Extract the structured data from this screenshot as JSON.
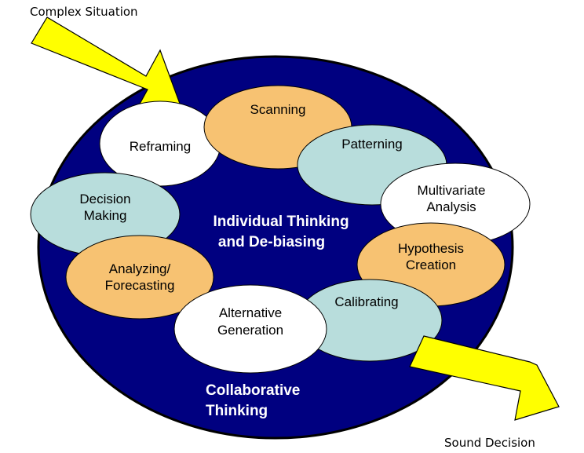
{
  "captions": {
    "input": "Complex Situation",
    "output": "Sound Decision"
  },
  "center_label": {
    "line1": "Individual Thinking",
    "line2": "and  De-biasing"
  },
  "bottom_label": {
    "line1": "Collaborative",
    "line2": "Thinking"
  },
  "nodes": [
    {
      "line1": "Scanning",
      "line2": "",
      "fill": "#F7C272"
    },
    {
      "line1": "Reframing",
      "line2": "",
      "fill": "#FFFFFF"
    },
    {
      "line1": "Patterning",
      "line2": "",
      "fill": "#B8DDDC"
    },
    {
      "line1": "Multivariate",
      "line2": "Analysis",
      "fill": "#FFFFFF"
    },
    {
      "line1": "Decision",
      "line2": "Making",
      "fill": "#B8DDDC"
    },
    {
      "line1": "Hypothesis",
      "line2": "Creation",
      "fill": "#F7C272"
    },
    {
      "line1": "Analyzing/",
      "line2": "Forecasting",
      "fill": "#F7C272"
    },
    {
      "line1": "Calibrating",
      "line2": "",
      "fill": "#B8DDDC"
    },
    {
      "line1": "Alternative",
      "line2": "Generation",
      "fill": "#FFFFFF"
    }
  ],
  "colors": {
    "oval": "#000080",
    "arrow": "#FFFF00"
  }
}
